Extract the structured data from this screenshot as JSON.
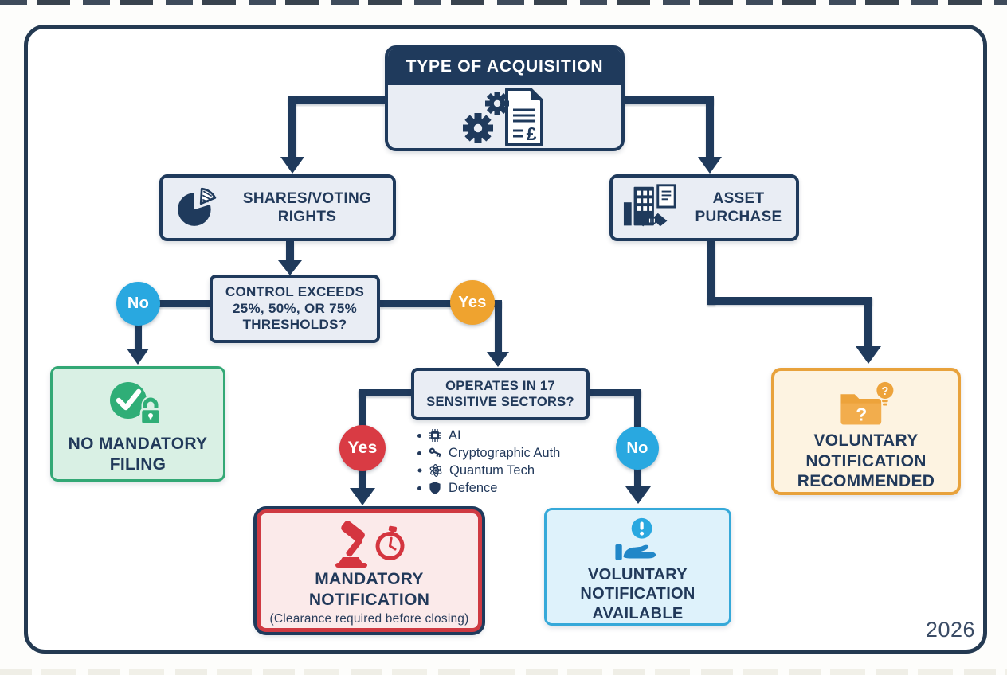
{
  "figure": {
    "year": "2026"
  },
  "root": {
    "title": "TYPE OF ACQUISITION"
  },
  "branches": {
    "shares": {
      "label": "SHARES/VOTING RIGHTS"
    },
    "asset": {
      "label": "ASSET PURCHASE"
    }
  },
  "decisions": {
    "control": {
      "lines": [
        "CONTROL EXCEEDS",
        "25%, 50%, OR 75%",
        "THRESHOLDS?"
      ],
      "no": "No",
      "yes": "Yes"
    },
    "sectors": {
      "lines": [
        "OPERATES IN 17",
        "SENSITIVE SECTORS?"
      ],
      "yes": "Yes",
      "no": "No",
      "items": [
        {
          "icon": "chip-icon",
          "label": "AI"
        },
        {
          "icon": "key-icon",
          "label": "Cryptographic Auth"
        },
        {
          "icon": "atom-icon",
          "label": "Quantum Tech"
        },
        {
          "icon": "shield-icon",
          "label": "Defence"
        }
      ]
    }
  },
  "outcomes": {
    "no_filing": {
      "lines": [
        "NO MANDATORY",
        "FILING"
      ]
    },
    "mandatory": {
      "lines": [
        "MANDATORY",
        "NOTIFICATION"
      ],
      "note": "(Clearance required before closing)"
    },
    "voluntary_available": {
      "lines": [
        "VOLUNTARY",
        "NOTIFICATION",
        "AVAILABLE"
      ]
    },
    "voluntary_recommended": {
      "lines": [
        "VOLUNTARY",
        "NOTIFICATION",
        "RECOMMENDED"
      ]
    }
  },
  "icon_glyphs": {
    "currency": "£",
    "folder_mark": "?",
    "bulb_mark": "?"
  },
  "colors": {
    "navy": "#1f3a5c",
    "box_fill": "#e9edf4",
    "no_blue": "#29a8e0",
    "yes_orange": "#efa32f",
    "yes_red": "#d93b44",
    "green_fill": "#d9f0e4",
    "green_border": "#33a875",
    "red_fill": "#fbeaea",
    "red_border": "#cf3a42",
    "blue_fill": "#def2fb",
    "blue_border": "#36a9d9",
    "orange_fill": "#fdf3e1",
    "orange_border": "#e8a23c"
  }
}
